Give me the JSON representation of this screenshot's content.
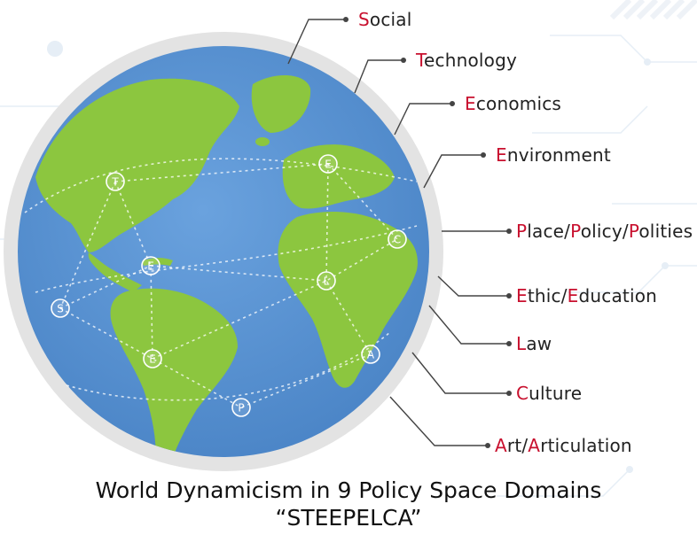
{
  "domains": [
    {
      "initial": "S",
      "rest": "ocial",
      "letter": "S"
    },
    {
      "initial": "T",
      "rest": "echnology",
      "letter": "T"
    },
    {
      "initial": "E",
      "rest": "conomics",
      "letter": "E"
    },
    {
      "initial": "E",
      "rest": "nvironment",
      "letter": "E"
    },
    {
      "parts": [
        {
          "t": "P",
          "c": "init"
        },
        {
          "t": "lace/",
          "c": ""
        },
        {
          "t": "P",
          "c": "init"
        },
        {
          "t": "olicy/",
          "c": ""
        },
        {
          "t": "P",
          "c": "init"
        },
        {
          "t": "olities",
          "c": ""
        }
      ],
      "letter": "P"
    },
    {
      "parts": [
        {
          "t": "E",
          "c": "init"
        },
        {
          "t": "thic/",
          "c": ""
        },
        {
          "t": "E",
          "c": "init"
        },
        {
          "t": "ducation",
          "c": ""
        }
      ],
      "letter": "E"
    },
    {
      "initial": "L",
      "rest": "aw",
      "letter": "L"
    },
    {
      "initial": "C",
      "rest": "ulture",
      "letter": "C"
    },
    {
      "parts": [
        {
          "t": "A",
          "c": "init"
        },
        {
          "t": "rt/",
          "c": ""
        },
        {
          "t": "A",
          "c": "init"
        },
        {
          "t": "rticulation",
          "c": ""
        }
      ],
      "letter": "A"
    }
  ],
  "globe_nodes": [
    "T",
    "E",
    "C",
    "E",
    "L",
    "S",
    "E",
    "A",
    "P"
  ],
  "caption": {
    "line1": "World Dynamicism in 9 Policy Space Domains",
    "line2": "“STEEPELCA”"
  },
  "colors": {
    "ocean": "#5b93d3",
    "land": "#8cc63f",
    "rim": "#e3e3e3",
    "accent": "#c8102e",
    "leader": "#444444"
  }
}
